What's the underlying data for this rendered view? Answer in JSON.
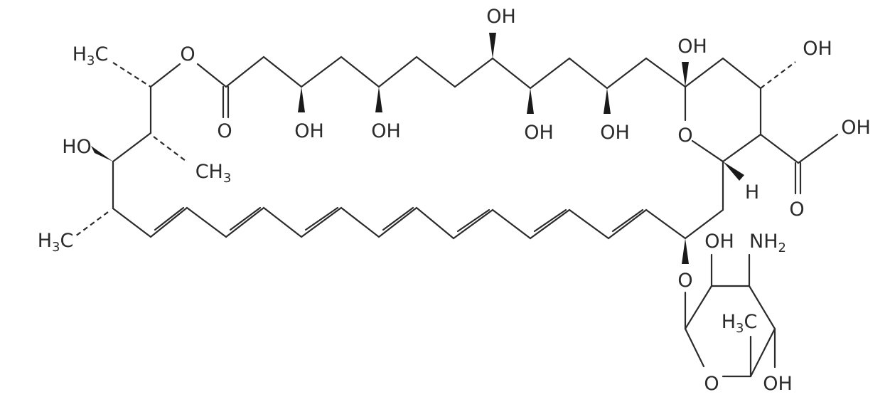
{
  "molecule": {
    "labels": {
      "h3c_top": {
        "a": "H",
        "sub": "3",
        "b": "C"
      },
      "o_ester": "O",
      "o_carbonyl": "O",
      "oh_1": "OH",
      "oh_2": "OH",
      "oh_top": "OH",
      "oh_3": "OH",
      "oh_4": "OH",
      "oh_ring": "OH",
      "oh_ring_right": "OH",
      "o_ring": "O",
      "h_ring": "H",
      "oh_acid": "OH",
      "o_acid": "O",
      "ho_left": "HO",
      "ch3_mid": {
        "a": "CH",
        "sub": "3"
      },
      "h3c_left": {
        "a": "H",
        "sub": "3",
        "b": "C"
      },
      "o_glycoside": "O",
      "oh_sugar": "OH",
      "nh2_sugar": {
        "a": "NH",
        "sub": "2"
      },
      "h3c_sugar": {
        "a": "H",
        "sub": "3",
        "b": "C"
      },
      "o_sugar": "O",
      "oh_sugar_bottom": "OH"
    }
  }
}
